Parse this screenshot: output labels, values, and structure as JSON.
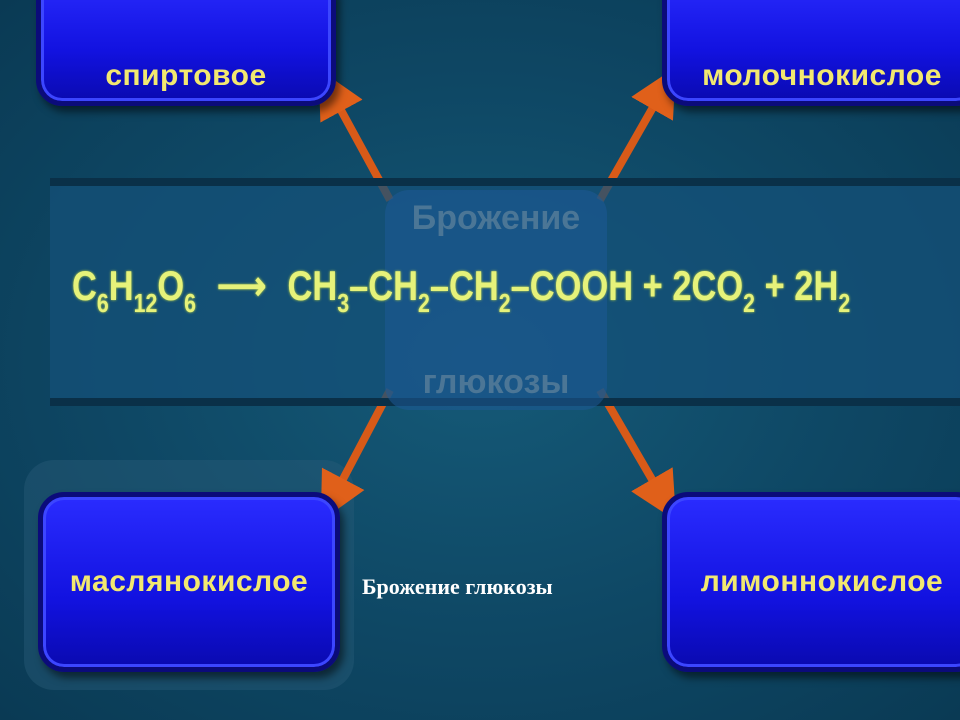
{
  "boxes": {
    "top_left": "спиртовое",
    "top_right": "молочнокислое",
    "bottom_left": "маслянокислое",
    "bottom_right": "лимоннокислое"
  },
  "center_label": {
    "line1": "Брожение",
    "line2": "глюкозы"
  },
  "equation": {
    "reactant": [
      "C",
      "6",
      "H",
      "12",
      "O",
      "6"
    ],
    "arrow": "⟶",
    "product": [
      "CH",
      "3",
      "–CH",
      "2",
      "–CH",
      "2",
      "–COOH + 2CO",
      "2",
      " + 2H",
      "2"
    ]
  },
  "caption": "Брожение глюкозы",
  "colors": {
    "background": "#0e4764",
    "box": "#1a1af0",
    "box_text": "#f2e870",
    "arrow": "#e0601a",
    "equation": "#e6f27a"
  }
}
